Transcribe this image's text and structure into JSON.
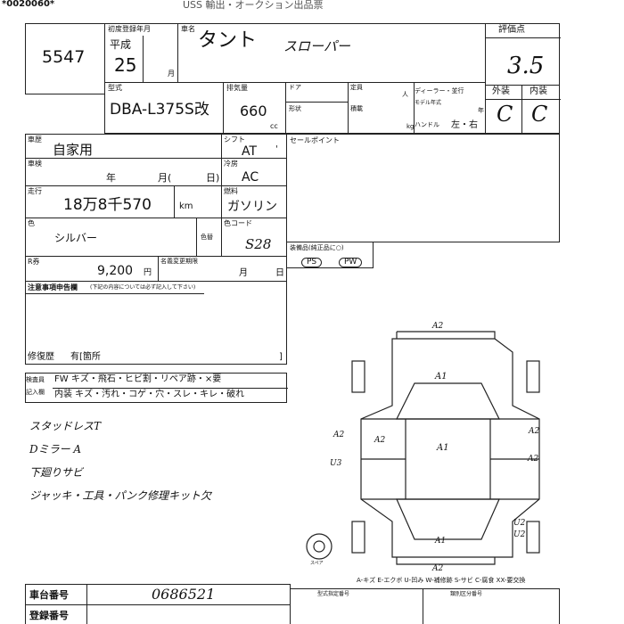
{
  "header": {
    "serial": "*0020060*",
    "title": "USS 輸出・オークション出品票"
  },
  "lot": {
    "number": "5547"
  },
  "first_registration": {
    "label": "初度登録年月",
    "era": "平成",
    "year": "25",
    "month_unit": "月"
  },
  "car_name": {
    "label": "車名",
    "name": "タント",
    "grade": "スローパー"
  },
  "score": {
    "label": "評価点",
    "value": "3.5"
  },
  "exterior": {
    "label": "外装",
    "value": "C"
  },
  "interior": {
    "label": "内装",
    "value": "C"
  },
  "model": {
    "label": "型式",
    "value": "DBA-L375S改"
  },
  "displacement": {
    "label": "排気量",
    "value": "660",
    "unit": "cc"
  },
  "small_labels": {
    "door": "ドア",
    "capacity": "定員",
    "person": "人",
    "dealer": "ディーラー・並行",
    "shape": "形状",
    "load": "積載",
    "kg": "kg",
    "model_year": "モデル年式",
    "year_unit": "年",
    "handle": "ハンドル",
    "handle_value": "左・右"
  },
  "usage": {
    "label": "車歴",
    "value": "自家用"
  },
  "shift": {
    "label": "シフト",
    "value": "AT",
    "mark": "'"
  },
  "inspection": {
    "label": "車検",
    "year": "年",
    "month": "月(",
    "day": "日)"
  },
  "aircon": {
    "label": "冷房",
    "value": "AC"
  },
  "mileage": {
    "label": "走行",
    "value": "18万8千570",
    "unit": "km"
  },
  "fuel": {
    "label": "燃料",
    "value": "ガソリン"
  },
  "color": {
    "label": "色",
    "value": "シルバー",
    "sub_label": "色替"
  },
  "color_code": {
    "label": "色コード",
    "value": "S28"
  },
  "recycle": {
    "label": "R券",
    "value": "9,200",
    "unit": "円"
  },
  "name_change": {
    "label": "名義変更期限",
    "month": "月",
    "day": "日"
  },
  "sale_point": {
    "label": "セールポイント"
  },
  "equipment": {
    "label": "装備品(純正品に○)",
    "items": [
      "PS",
      "PW"
    ]
  },
  "notes": {
    "label": "注意事項申告欄",
    "sub": "(下記の内容については必ず記入して下さい)"
  },
  "repair": {
    "label": "修復歴",
    "value": "有[箇所",
    "end": "]"
  },
  "inspector_legend": {
    "label1": "検査員",
    "label2": "記入欄",
    "row1": "FW キズ・飛石・ヒビ割・リペア跡・×要",
    "row2": "内装 キズ・汚れ・コゲ・穴・スレ・キレ・破れ"
  },
  "handwritten_notes": [
    "スタッドレスT",
    "Dミラー A",
    "下廻りサビ",
    "ジャッキ・工具・パンク修理キット欠"
  ],
  "diagram": {
    "marks": [
      "A2",
      "A1",
      "A2",
      "A2",
      "U3",
      "A2",
      "A2",
      "A1",
      "U2",
      "A1",
      "U2",
      "A2"
    ],
    "spare_label": "スペア"
  },
  "legend": "A-キズ E-エクボ U-凹み W-補修跡 S-サビ C-腐食 XX-要交換",
  "chassis": {
    "label": "車台番号",
    "value": "0686521"
  },
  "registration": {
    "label": "登録番号"
  },
  "bottom_labels": {
    "left": "型式指定番号",
    "right": "類別区分番号"
  }
}
